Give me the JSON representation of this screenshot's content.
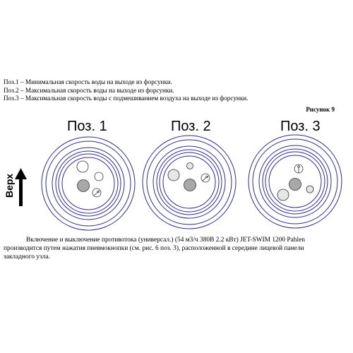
{
  "legend": [
    "Поз.1 – Минимальная скорость воды на выходе из форсунки.",
    "Поз.2 – Максимальная скорость воды на выходе из форсунки.",
    "Поз.3 – Максимальная скорость воды с подмешиванием воздуха на выходе из форсунки."
  ],
  "figure_label": "Рисунок 9",
  "positions": [
    {
      "title": "Поз. 1"
    },
    {
      "title": "Поз. 2"
    },
    {
      "title": "Поз. 3"
    }
  ],
  "direction_label": "Верх",
  "colors": {
    "ring": "#2c2c8c",
    "center_fill": "#a8a8a8",
    "hole_fill_light": "#e6e6e6",
    "hole_stroke": "#333333",
    "arrow": "#000000"
  },
  "body_text": [
    "Включение и выключение противотока (универсал.) (54 м3/ч 380В 2.2 кВт) JET-SWIM 1200 Pahlen",
    "производится путем нажатия пневмокнопки (см. рис. 6 поз. 3), расположенной в середине лицевой панели",
    "закладного узла."
  ]
}
